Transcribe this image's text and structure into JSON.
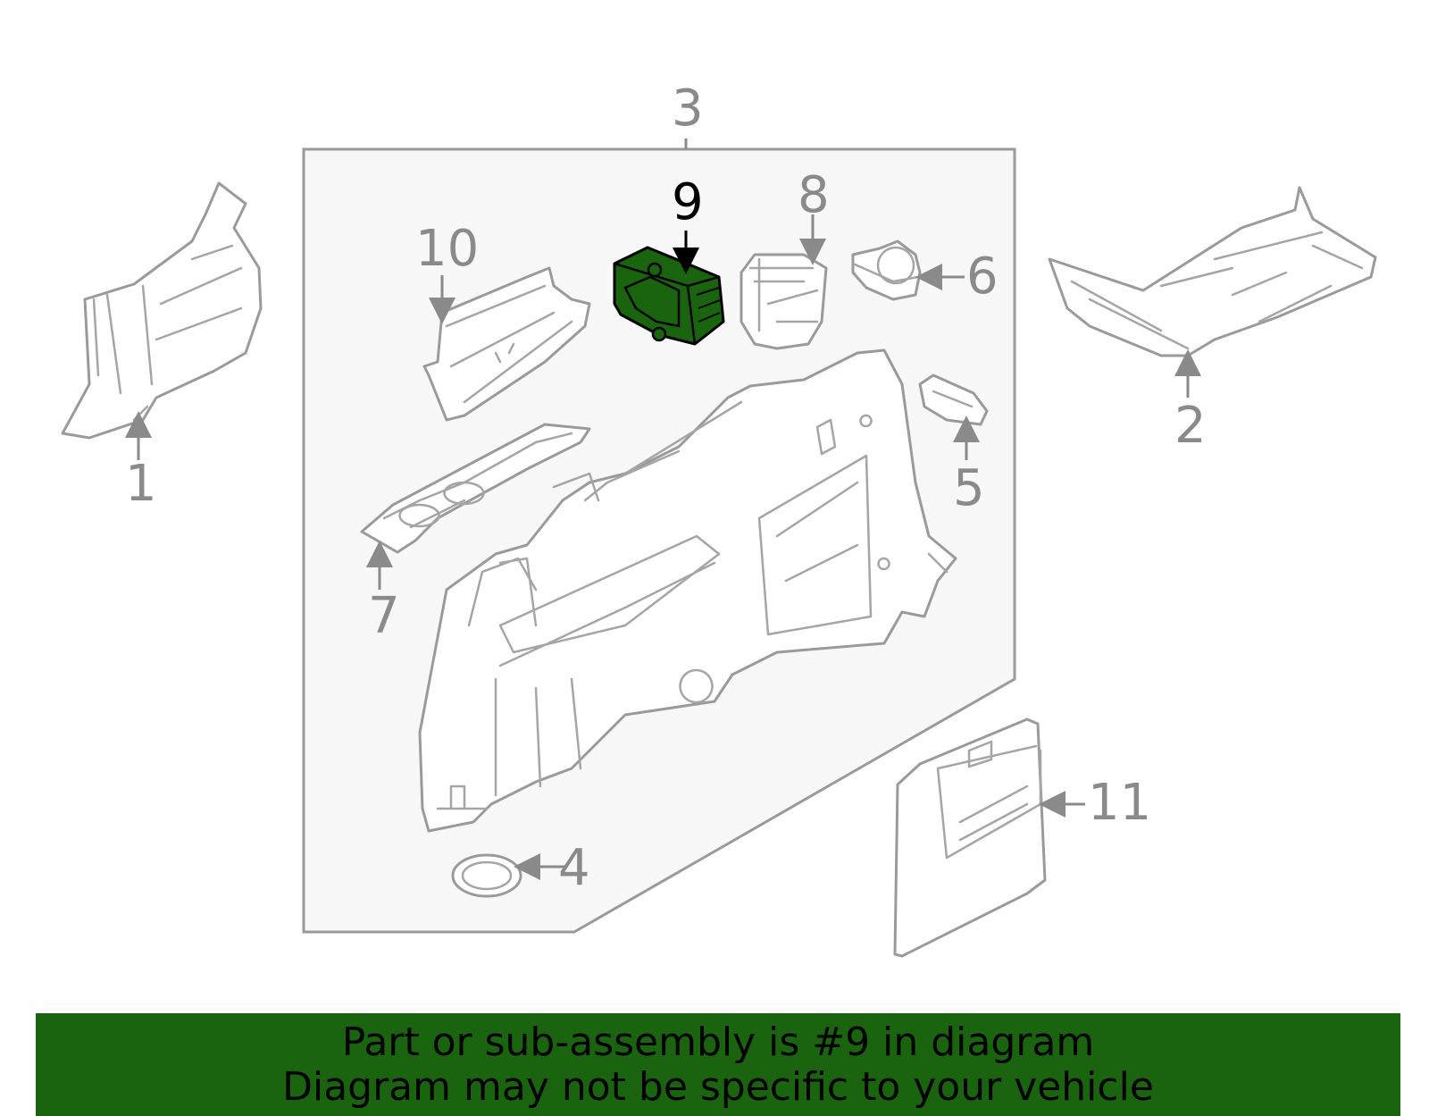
{
  "callouts": {
    "c1": "1",
    "c2": "2",
    "c3": "3",
    "c4": "4",
    "c5": "5",
    "c6": "6",
    "c7": "7",
    "c8": "8",
    "c9": "9",
    "c10": "10",
    "c11": "11"
  },
  "highlighted_part": "9",
  "colors": {
    "highlight": "#1a6410",
    "banner": "#1a6410",
    "outline": "#9a9a9a"
  },
  "banner": {
    "line1": "Part or sub-assembly is #9 in diagram",
    "line2": "Diagram may not be specific to your vehicle"
  }
}
